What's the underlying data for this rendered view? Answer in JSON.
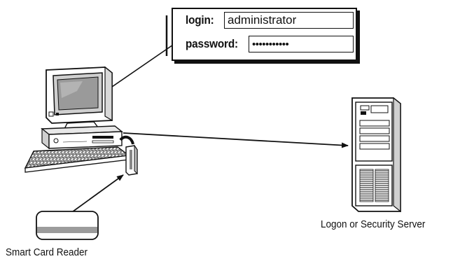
{
  "login": {
    "login_label": "login:",
    "login_value": "administrator",
    "password_label": "password:",
    "password_value": "•••••••••••"
  },
  "labels": {
    "server": "Logon or Security Server",
    "card_reader": "Smart Card Reader"
  }
}
